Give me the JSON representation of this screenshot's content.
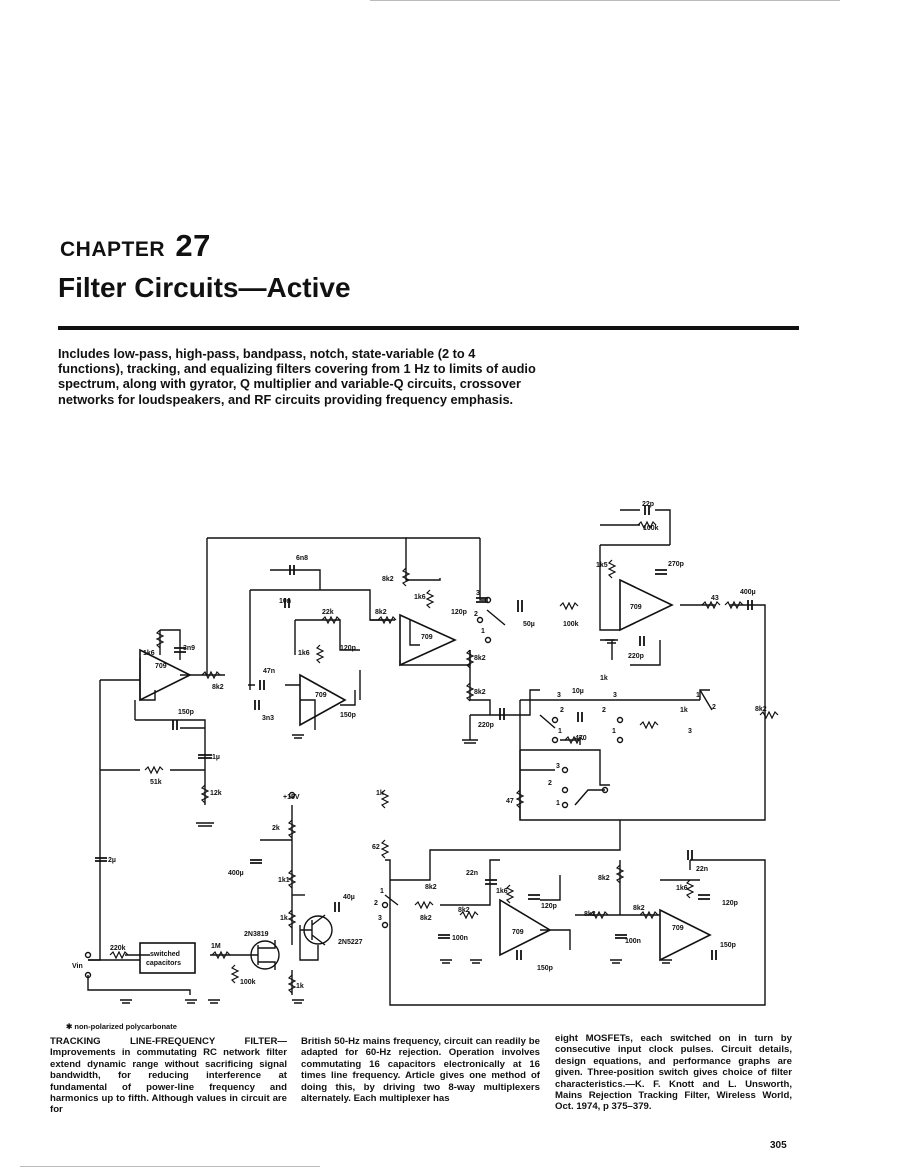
{
  "chapter": {
    "label": "CHAPTER",
    "number": "27"
  },
  "title": "Filter Circuits—Active",
  "intro": "Includes low-pass, high-pass, bandpass, notch, state-variable (2 to 4 functions), tracking, and equalizing filters covering from 1 Hz to limits of audio spectrum, along with gyrator, Q multiplier and variable-Q circuits, crossover networks for loudspeakers, and RF circuits providing frequency emphasis.",
  "schematic_labels": {
    "c22p": "22p",
    "r100k_top": "100k",
    "r1k5": "1k5",
    "c270p": "270p",
    "op709": "709",
    "c220p": "220p",
    "r43": "43",
    "c400u": "400µ",
    "c6n8": "6n8",
    "c10n": "10n",
    "r8k2": "8k2",
    "r22k": "22k",
    "r1k6": "1k6",
    "c120p": "120p",
    "c50u": "50µ",
    "r100k": "100k",
    "c3n9": "3n9",
    "c47n": "47n",
    "c3n3": "3n3",
    "c150p": "150p",
    "c1u": "1µ",
    "r51k": "51k",
    "r12k": "12k",
    "v15": "+15V",
    "r2k": "2k",
    "c2u": "2µ",
    "c400u_b": "400µ",
    "r1k1": "1k1",
    "r62": "62",
    "c40u": "40µ",
    "r1k": "1k",
    "q1": "2N3819",
    "q2": "2N5227",
    "r220k": "220k",
    "vin": "Vin",
    "switched": "switched",
    "capacitors": "capacitors",
    "r1M": "1M",
    "r100k_b": "100k",
    "r47": "47",
    "c22n": "22n",
    "c100n": "100n",
    "c10u": "10µ",
    "r470": "470",
    "n1": "1",
    "n2": "2",
    "n3": "3"
  },
  "footnote": "✱ non-polarized polycarbonate",
  "columns": [
    "TRACKING LINE-FREQUENCY FILTER—Improvements in commutating RC network filter extend dynamic range without sacrificing signal bandwidth, for reducing interference at fundamental of power-line frequency and harmonics up to fifth. Although values in circuit are for",
    "British 50-Hz mains frequency, circuit can readily be adapted for 60-Hz rejection. Operation involves commutating 16 capacitors electronically at 16 times line frequency. Article gives one method of doing this, by driving two 8-way multiplexers alternately. Each multiplexer has",
    "eight MOSFETs, each switched on in turn by consecutive input clock pulses. Circuit details, design equations, and performance graphs are given. Three-position switch gives choice of filter characteristics.—K. F. Knott and L. Unsworth, Mains Rejection Tracking Filter, Wireless World, Oct. 1974, p 375–379."
  ],
  "page_number": "305"
}
